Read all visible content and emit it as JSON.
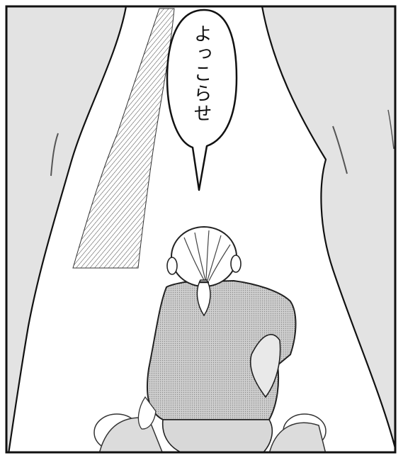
{
  "panel": {
    "speech_bubble": {
      "text": "よっこらせ"
    }
  },
  "colors": {
    "background": "#e3e3e3",
    "paper": "#ffffff",
    "ink": "#111111",
    "screentone": "#b8b8b8"
  },
  "icons": [
    "speech-bubble",
    "hatching",
    "seated-figure"
  ]
}
